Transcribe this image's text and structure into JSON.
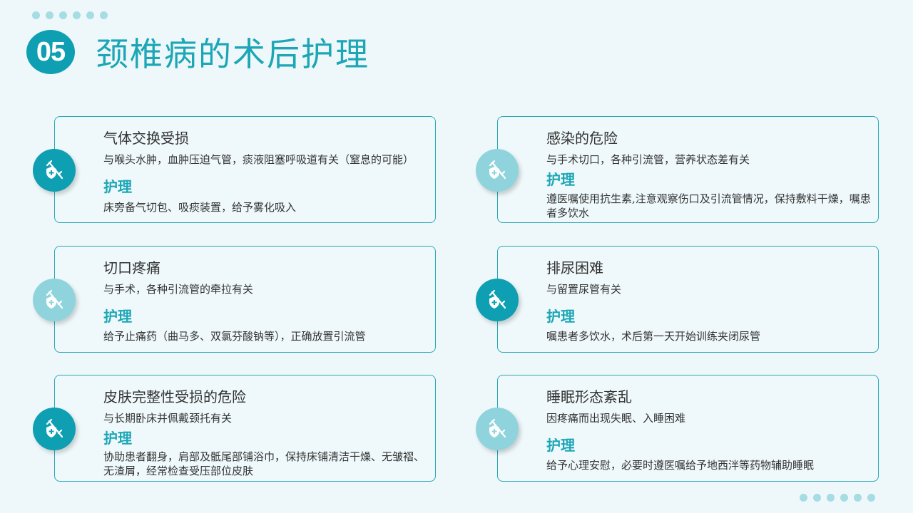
{
  "header": {
    "section_number": "05",
    "title": "颈椎病的术后护理"
  },
  "care_label": "护理",
  "cards": [
    {
      "title": "气体交换受损",
      "cause": "与喉头水肿，血肿压迫气管，痰液阻塞呼吸道有关（窒息的可能）",
      "care": "床旁备气切包、吸痰装置，给予雾化吸入",
      "icon": "syringe-shield-icon",
      "icon_style": "dark"
    },
    {
      "title": "感染的危险",
      "cause": "与手术切口，各种引流管，营养状态差有关",
      "care": "遵医嘱使用抗生素,注意观察伤口及引流管情况，保持敷料干燥，嘱患者多饮水",
      "icon": "syringe-shield-icon",
      "icon_style": "light"
    },
    {
      "title": "切口疼痛",
      "cause": "与手术，各种引流管的牵拉有关",
      "care": "给予止痛药（曲马多、双氯芬酸钠等），正确放置引流管",
      "icon": "syringe-shield-icon",
      "icon_style": "light"
    },
    {
      "title": "排尿困难",
      "cause": "与留置尿管有关",
      "care": "嘱患者多饮水，术后第一天开始训练夹闭尿管",
      "icon": "syringe-shield-icon",
      "icon_style": "dark"
    },
    {
      "title": "皮肤完整性受损的危险",
      "cause": "与长期卧床并佩戴颈托有关",
      "care": "协助患者翻身，肩部及骶尾部铺浴巾，保持床铺清洁干燥、无皱褶、无渣屑，经常检查受压部位皮肤",
      "icon": "syringe-shield-icon",
      "icon_style": "dark"
    },
    {
      "title": "睡眠形态紊乱",
      "cause": "因疼痛而出现失眠、入睡困难",
      "care": "给予心理安慰，必要时遵医嘱给予地西泮等药物辅助睡眠",
      "icon": "syringe-shield-icon",
      "icon_style": "light"
    }
  ],
  "colors": {
    "accent": "#0e9fb2",
    "accent_light": "#8fd4dd",
    "title": "#1ca6b6",
    "background": "#eef8fa",
    "border": "#2aa7b5"
  }
}
